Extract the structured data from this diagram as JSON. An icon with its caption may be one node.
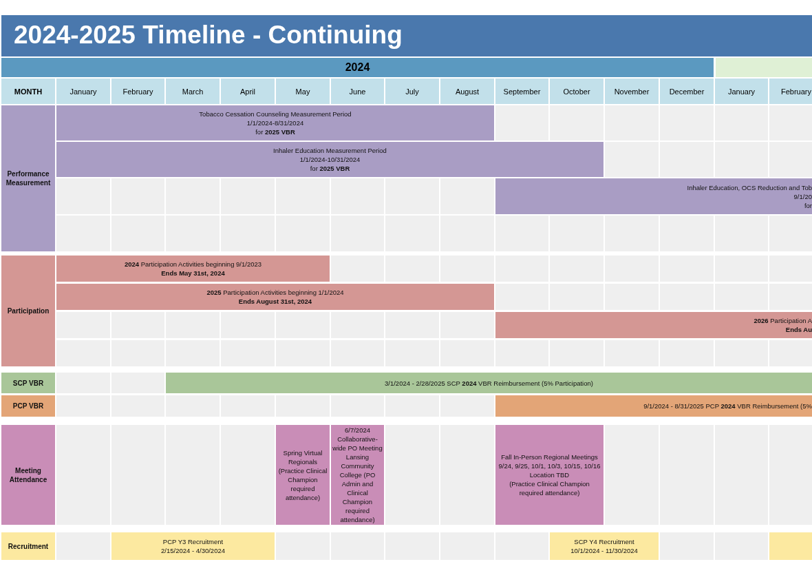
{
  "diagram": {
    "title": "2024-2025 Timeline - Continuing",
    "nodes": [
      {
        "text": [],
        "shape": "bar"
      },
      {
        "text": [
          "Performance Measurement"
        ]
      },
      {
        "text": [
          "Tobacco Cessation Counseling Measurement Period",
          "1/1/2024-8/31/2024",
          "for **2025 VBR**"
        ]
      },
      {
        "text": [
          "Inhaler Education Measurement Period",
          "1/1/2024-10/31/2024",
          "for **2025 VBR**"
        ]
      },
      {
        "text": [
          "Inhaler Education, OCS Reduction and Tob",
          "9/1/20",
          "for"
        ]
      },
      {
        "text": [
          "Participation"
        ]
      },
      {
        "text": [
          "**2024** Participation Activities beginning 9/1/2023",
          "**Ends May 31st, 2024**"
        ]
      },
      {
        "text": [
          "**2025** Participation Activities beginning 1/1/2024",
          "**Ends August 31st, 2024**"
        ]
      },
      {
        "text": [
          "**2026** Participation A",
          "**Ends Au**"
        ]
      },
      {
        "text": [
          "SCP VBR"
        ]
      },
      {
        "text": [
          "3/1/2024 - 2/28/2025 SCP **2024** VBR Reimbursement (5% Participation)"
        ]
      },
      {
        "text": [
          "PCP VBR"
        ]
      },
      {
        "text": [
          "9/1/2024 - 8/31/2025 PCP **2024** VBR Reimbursement (5%"
        ]
      },
      {
        "text": [
          "Meeting Attendance"
        ]
      },
      {
        "text": [
          "Spring Virtual Regionals (Practice Clinical Champion required attendance)"
        ]
      },
      {
        "text": [
          "6/7/2024 Collaborative-wide PO Meeting Lansing Community College (PO Admin and Clinical Champion required attendance)"
        ]
      },
      {
        "text": [
          "Fall In-Person Regional Meetings",
          "9/24, 9/25, 10/1, 10/3, 10/15, 10/16",
          "Location TBD",
          "(Practice Clinical Champion required attendance)"
        ]
      },
      {
        "text": [
          "Recruitment"
        ]
      },
      {
        "text": [
          "PCP Y3 Recruitment",
          "2/15/2024 - 4/30/2024"
        ]
      },
      {
        "text": [
          "SCP Y4 Recruitment",
          "10/1/2024 - 11/30/2024"
        ]
      },
      {
        "text": [],
        "shape": "bar"
      }
    ],
    "labels": [
      "2024",
      "MONTH",
      "January",
      "February",
      "March",
      "April",
      "May",
      "June",
      "July",
      "August",
      "September",
      "October",
      "November",
      "December",
      "January",
      "February"
    ]
  }
}
